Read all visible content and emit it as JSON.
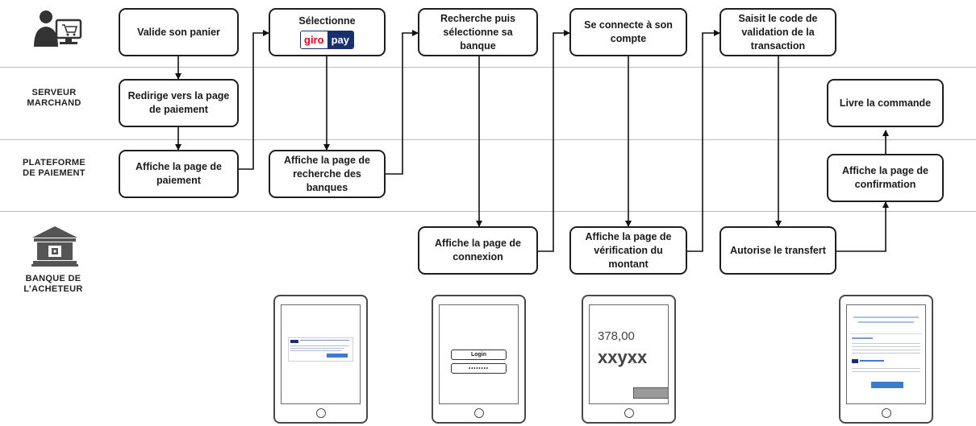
{
  "lanes": {
    "serveur": "SERVEUR\nMARCHAND",
    "plateforme": "PLATEFORME\nDE PAIEMENT",
    "banque": "BANQUE DE\nL’ACHETEUR"
  },
  "steps": {
    "valide_panier": "Valide son panier",
    "redirige": "Redirige vers la page de paiement",
    "affiche_page_paiement": "Affiche la page de paiement",
    "selectionne": "Sélectionne",
    "affiche_recherche": "Affiche la page de recherche des banques",
    "recherche_banque": "Recherche puis sélectionne sa banque",
    "affiche_connexion": "Affiche la page de connexion",
    "se_connecte": "Se connecte à son compte",
    "affiche_verification": "Affiche la page de vérification du montant",
    "saisit_code": "Saisit le code de validation de la transaction",
    "autorise_transfert": "Autorise le transfert",
    "affiche_confirmation": "Affiche la page de confirmation",
    "livre_commande": "Livre la commande"
  },
  "giropay": {
    "part1": "giro",
    "part2": "pay",
    "color_red": "#e2001a",
    "color_navy": "#1a2f6e"
  },
  "tablets": {
    "login_label": "Login",
    "password_mask": "••••••••",
    "amount": "378,00",
    "code": "xxyxx"
  },
  "icons": [
    "shopper-computer-icon",
    "bank-building-icon"
  ]
}
